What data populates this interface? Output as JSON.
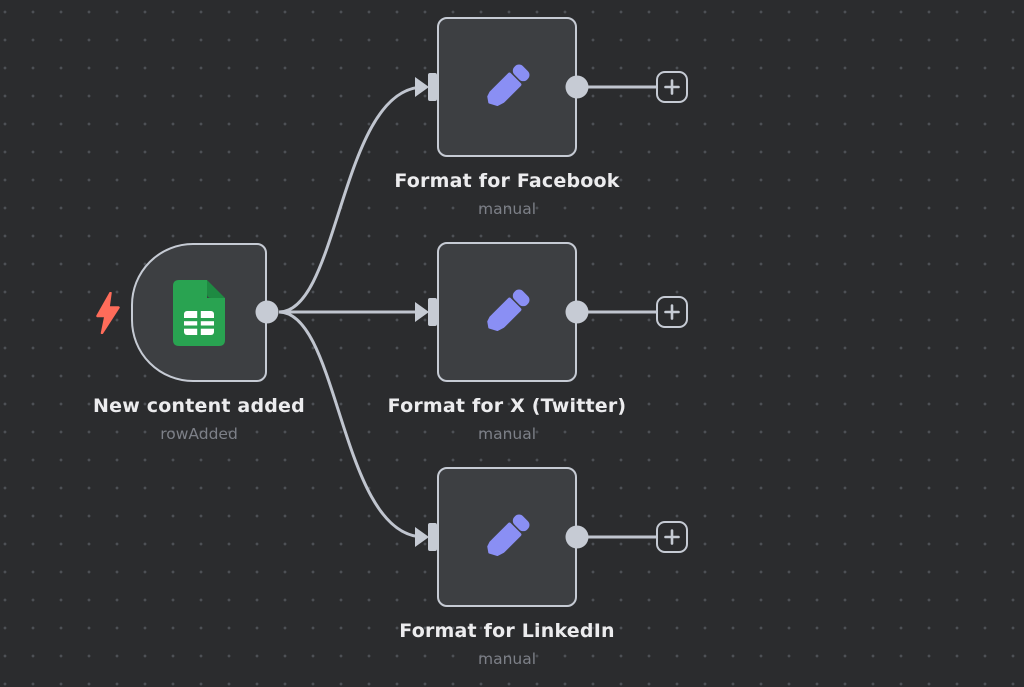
{
  "canvas": {
    "type": "workflow-editor-canvas"
  },
  "trigger": {
    "title": "New content added",
    "subtitle": "rowAdded",
    "icon": "google-sheets-icon",
    "badge_icon": "lightning-bolt-icon"
  },
  "nodes": [
    {
      "title": "Format for Facebook",
      "subtitle": "manual",
      "icon": "pencil-icon"
    },
    {
      "title": "Format for X (Twitter)",
      "subtitle": "manual",
      "icon": "pencil-icon"
    },
    {
      "title": "Format for LinkedIn",
      "subtitle": "manual",
      "icon": "pencil-icon"
    }
  ],
  "icons": {
    "plus": "plus-icon",
    "pencil": "pencil-icon",
    "google_sheets": "google-sheets-icon",
    "lightning": "lightning-bolt-icon"
  },
  "colors": {
    "background": "#2b2c2e",
    "grid_dot": "#4d5055",
    "node_fill": "#3d3f42",
    "node_border": "#c6cbd4",
    "edge": "#c0c5cf",
    "title_text": "#ececee",
    "subtitle_text": "#7d8088",
    "pencil_purple": "#8a8ff4",
    "sheets_green": "#29a351",
    "sheets_fold_green": "#1e8a42",
    "bolt_red": "#ff6c5a"
  }
}
